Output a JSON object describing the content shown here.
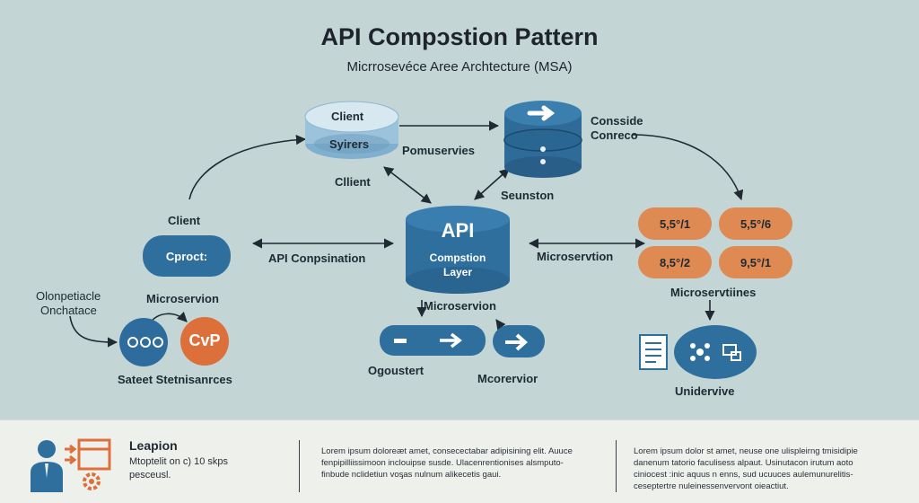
{
  "title": "API Compɔstion Pattern",
  "subtitle": "Micrrosevéce Aree Archtecture (MSA)",
  "nodes": {
    "top_cylinder": {
      "top_label": "Client",
      "bottom_label": "Syirers"
    },
    "top_cylinder_side": "Pomuservies",
    "client_near_top": "Cllient",
    "db_label_line1": "Consside",
    "db_label_line2": "Conreco",
    "seunston": "Seunston",
    "left_client": "Client",
    "left_pill": "Cprοct:",
    "api_layer": {
      "line1": "API",
      "line2": "Compstion",
      "line3": "Layer"
    },
    "api_composition_link": "API Conpsination",
    "microservion_link": "Microservtion",
    "orange_pills": [
      "5,5°/1",
      "5,5°/6",
      "8,5°/2",
      "9,5°/1"
    ],
    "microservtines": "Microservtiines",
    "unidervive": "Unidervive",
    "orchestrator_line1": "Olonpetiacle",
    "orchestrator_line2": "Onchatace",
    "left_microservion": "Microservion",
    "cvp": "CvP",
    "sateet": "Sateet Stetnisanrces",
    "center_microservion": "Microservion",
    "ogoustert": "Ogoustert",
    "mcorervior": "Mcorervior"
  },
  "footer": {
    "heading": "Leapion",
    "subtext_line1": "Mtoptelit on c) 10 skps",
    "subtext_line2": "pesceusl.",
    "col2_line1": "Lorem ipsum doloreæt amet, consecectabar adipisining elit. Auuce",
    "col2_line2": "fenpipilliissimoon inclouipse susde. Ulacenrentionises alsmputo-",
    "col2_line3": "finbude nclidetiun voᶊas nulnum alikecetis gaui.",
    "col3_line1": "Lorem ipsum dolor st amet, neuse one ulispleirng tmisidipie",
    "col3_line2": "danenum tatorio faculisess alpaut. Usinutacon irutum aoto",
    "col3_line3": "ciniocest :inic aquus n enns, sud ucuuces aulemunurelitis-",
    "col3_line4": "ceseptertre nuleinessenvervont oieactiut."
  },
  "colors": {
    "background": "#c3d6d5",
    "primary_blue": "#2f6f9e",
    "dark_blue": "#1f5a86",
    "orange": "#df8a52",
    "deep_orange": "#dc6f3a",
    "footer_bg": "#eef0ec"
  }
}
